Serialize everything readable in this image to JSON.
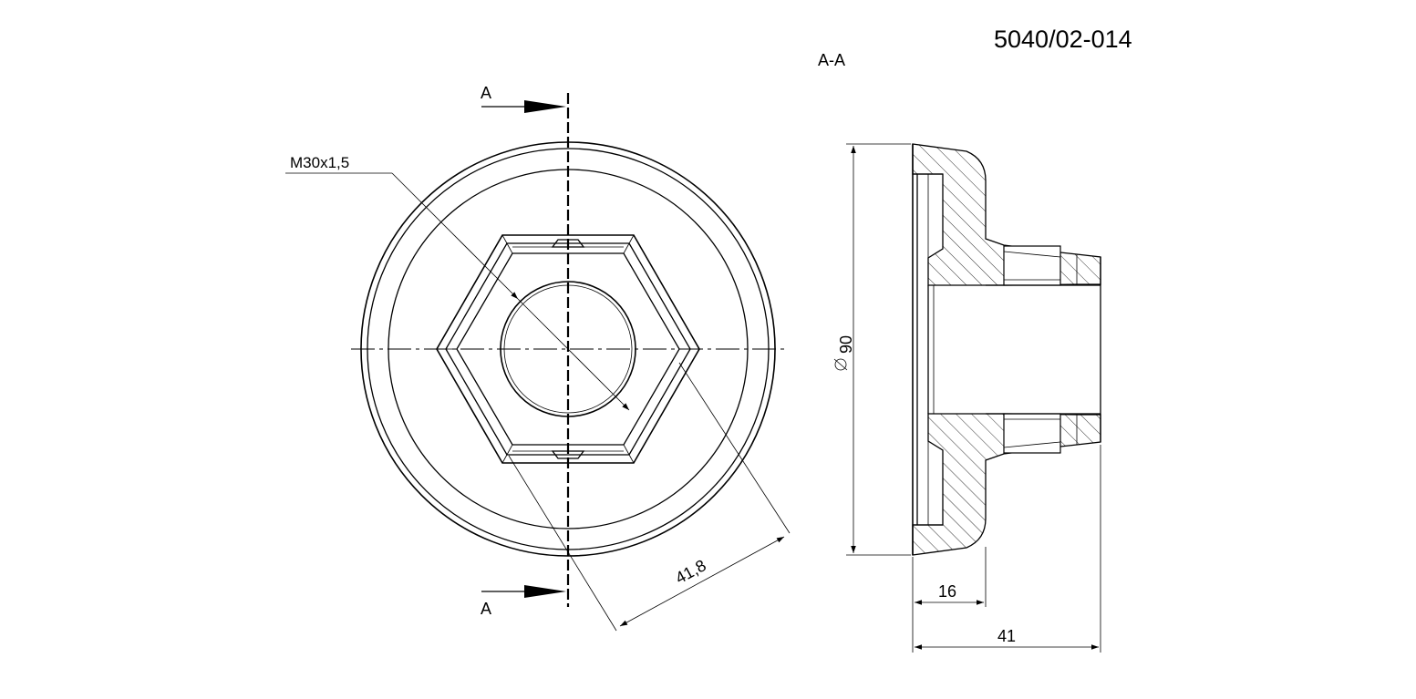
{
  "drawing": {
    "part_number": "5040/02-014",
    "section_label": "A-A",
    "cut_label_top": "A",
    "cut_label_bottom": "A",
    "thread_label": "M30x1,5",
    "dim_across_corners": "41,8",
    "dim_diameter": "90",
    "dim_flange_width": "16",
    "dim_total_length": "41"
  }
}
